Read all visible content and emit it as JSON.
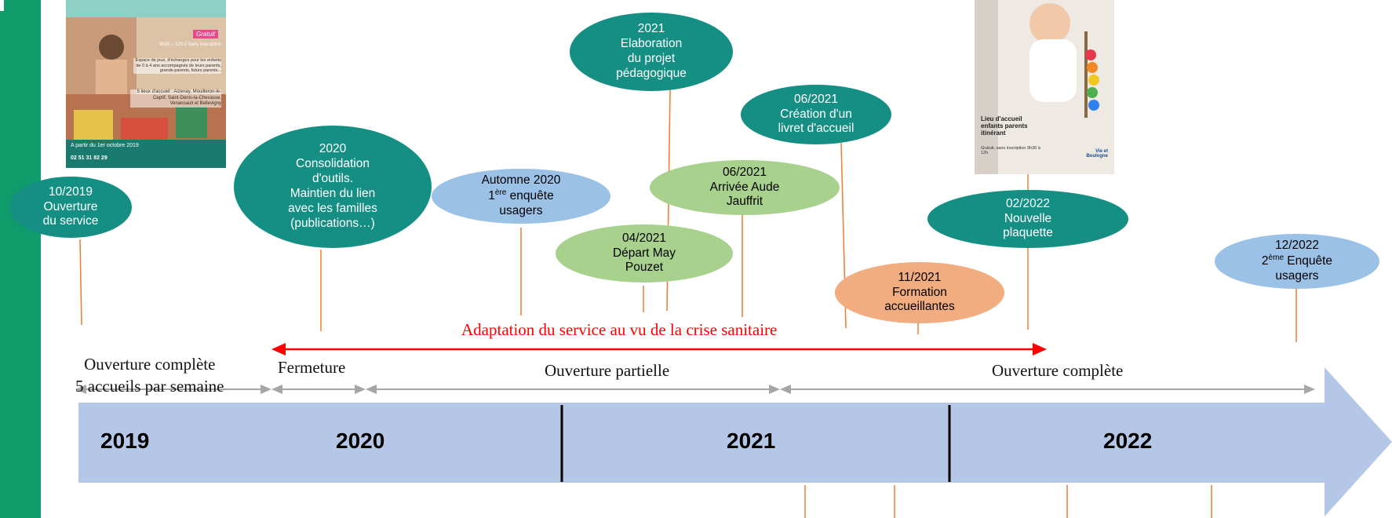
{
  "colors": {
    "side_band": "#0f9b6a",
    "teal": "#158f84",
    "blue": "#9cc1e6",
    "green": "#a9d18e",
    "orange": "#f1ac80",
    "timeline_bar": "#b4c7e7",
    "connector": "#ed7d31",
    "crisis": "#ff0000",
    "period_arrow": "#a6a6a6"
  },
  "flyer_1": {
    "badge": "Gratuit",
    "schedule": "9h30 – 12h // Sans inscription",
    "description": "Espace de jeux, d'échanges pour les enfants de 0 à 4 ans accompagnés de leurs parents, grands-parents, futurs parents...",
    "locations": "5 lieux d'accueil : Aizenay, Mouilleron-le-Captif, Saint-Denis-la-Chevasse, Venansault et Bellevigny",
    "start": "A partir du 1er octobre 2019",
    "phone": "02 51 31 82 29"
  },
  "flyer_2": {
    "title": "Lieu d'accueil enfants parents itinérant",
    "details": "Gratuit, sans inscription 9h30 à 12h",
    "logo": "Vie et Boulogne"
  },
  "events": [
    {
      "label": "10/2019\nOuverture\ndu service",
      "color": "teal"
    },
    {
      "label": "2020\nConsolidation\nd'outils.\nMaintien du lien\navec les familles\n(publications…)",
      "color": "teal"
    },
    {
      "label": "Automne 2020\n1ère enquête\nusagers",
      "color": "blue"
    },
    {
      "label": "2021\nElaboration\ndu projet\npédagogique",
      "color": "teal"
    },
    {
      "label": "04/2021\nDépart May\nPouzet",
      "color": "green"
    },
    {
      "label": "06/2021\nArrivée Aude\nJauffrit",
      "color": "green"
    },
    {
      "label": "06/2021\nCréation d'un\nlivret d'accueil",
      "color": "teal"
    },
    {
      "label": "11/2021\nFormation\naccueillantes",
      "color": "orange"
    },
    {
      "label": "02/2022\nNouvelle\nplaquette",
      "color": "teal"
    },
    {
      "label": "12/2022\n2ème Enquête\nusagers",
      "color": "blue"
    }
  ],
  "periods": [
    {
      "label": "Ouverture complète\n5 accueils par semaine"
    },
    {
      "label": "Fermeture"
    },
    {
      "label": "Ouverture partielle"
    },
    {
      "label": "Ouverture complète"
    }
  ],
  "crisis_label": "Adaptation du service au vu de la crise sanitaire",
  "years": [
    "2019",
    "2020",
    "2021",
    "2022"
  ]
}
